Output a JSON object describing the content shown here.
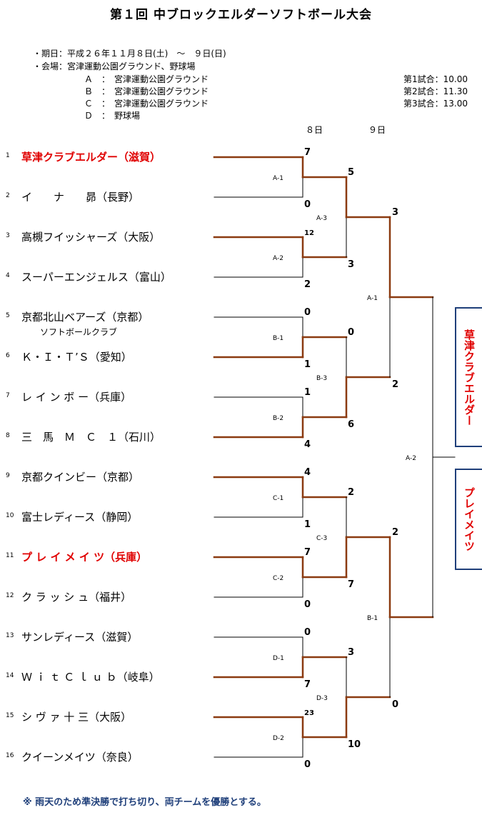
{
  "title": "第１回 中ブロックエルダーソフトボール大会",
  "info": {
    "date": "・期日：平成２６年１１月８日(土)　～　９日(日)",
    "venue": "・会場：宮津運動公園グラウンド、野球場",
    "fields": [
      "Ａ　：　宮津運動公園グラウンド",
      "Ｂ　：　宮津運動公園グラウンド",
      "Ｃ　：　宮津運動公園グラウンド",
      "Ｄ　：　野球場"
    ],
    "times": [
      "第1試合：10.00",
      "第2試合：11.30",
      "第3試合：13.00"
    ]
  },
  "days": [
    "８日",
    "９日"
  ],
  "teams": [
    {
      "seed": "1",
      "name": "草津クラブエルダー（滋賀）",
      "highlight": true
    },
    {
      "seed": "2",
      "name": "イ　　ナ　　昴（長野）",
      "highlight": false
    },
    {
      "seed": "3",
      "name": "高槻フイッシャーズ（大阪）",
      "highlight": false
    },
    {
      "seed": "4",
      "name": "スーパーエンジェルス（富山）",
      "highlight": false
    },
    {
      "seed": "5",
      "name": "京都北山ベアーズ（京都）",
      "highlight": false,
      "sub": "ソフトボールクラブ"
    },
    {
      "seed": "6",
      "name": "Ｋ・Ｉ・Ｔ’Ｓ（愛知）",
      "highlight": false
    },
    {
      "seed": "7",
      "name": "レ イ ン ボ ー（兵庫）",
      "highlight": false
    },
    {
      "seed": "8",
      "name": "三　馬　Ｍ　Ｃ　１（石川）",
      "highlight": false
    },
    {
      "seed": "9",
      "name": "京都クインビー（京都）",
      "highlight": false
    },
    {
      "seed": "10",
      "name": "富士レディース（静岡）",
      "highlight": false
    },
    {
      "seed": "11",
      "name": "プ レ イ メ イ ツ（兵庫）",
      "highlight": true
    },
    {
      "seed": "12",
      "name": "ク ラ ッ シ ュ（福井）",
      "highlight": false
    },
    {
      "seed": "13",
      "name": "サンレディース（滋賀）",
      "highlight": false
    },
    {
      "seed": "14",
      "name": "Ｗ ｉ ｔ Ｃ ｌ ｕ ｂ（岐阜）",
      "highlight": false
    },
    {
      "seed": "15",
      "name": "シ ヴ ァ 十 三（大阪）",
      "highlight": false
    },
    {
      "seed": "16",
      "name": "クイーンメイツ（奈良）",
      "highlight": false
    }
  ],
  "round1": [
    {
      "label": "A-1",
      "scores": [
        "7",
        "0"
      ],
      "winner": 0
    },
    {
      "label": "A-2",
      "scores": [
        "12",
        "2"
      ],
      "winner": 0
    },
    {
      "label": "B-1",
      "scores": [
        "0",
        "1"
      ],
      "winner": 1
    },
    {
      "label": "B-2",
      "scores": [
        "1",
        "4"
      ],
      "winner": 1
    },
    {
      "label": "C-1",
      "scores": [
        "4",
        "1"
      ],
      "winner": 0
    },
    {
      "label": "C-2",
      "scores": [
        "7",
        "0"
      ],
      "winner": 0
    },
    {
      "label": "D-1",
      "scores": [
        "0",
        "7"
      ],
      "winner": 1
    },
    {
      "label": "D-2",
      "scores": [
        "23",
        "0"
      ],
      "winner": 0
    }
  ],
  "round2": [
    {
      "label": "A-3",
      "scores": [
        "5",
        "3"
      ],
      "winner": 0
    },
    {
      "label": "B-3",
      "scores": [
        "0",
        "6"
      ],
      "winner": 1
    },
    {
      "label": "C-3",
      "scores": [
        "2",
        "7"
      ],
      "winner": 1
    },
    {
      "label": "D-3",
      "scores": [
        "3",
        "10"
      ],
      "winner": 1
    }
  ],
  "round3": [
    {
      "label": "A-1",
      "scores": [
        "3",
        "2"
      ],
      "winner": 0
    },
    {
      "label": "B-1",
      "scores": [
        "2",
        "0"
      ],
      "winner": 0
    }
  ],
  "final": {
    "label": "A-2"
  },
  "champions": [
    "草津クラブエルダー",
    "プレイメイツ"
  ],
  "colors": {
    "win": "#8b3a10",
    "line": "#000000",
    "highlight": "#e00000",
    "box": "#1f3f7a"
  },
  "note": "※ 雨天のため準決勝で打ち切り、両チームを優勝とする。"
}
